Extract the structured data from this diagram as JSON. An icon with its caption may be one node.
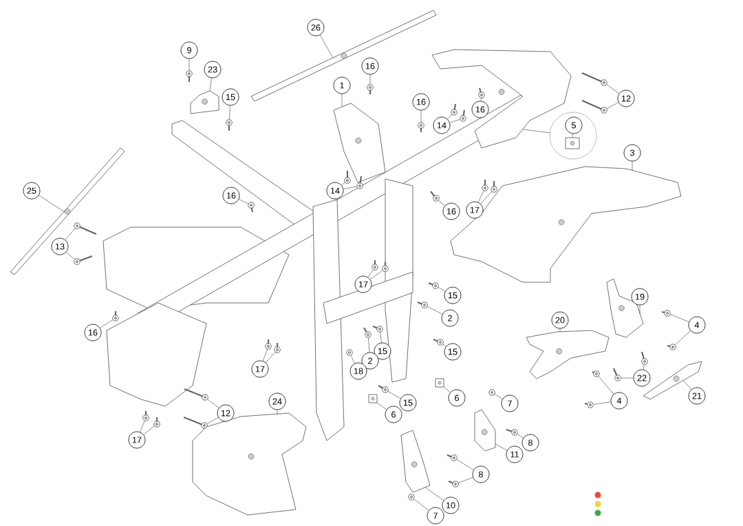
{
  "diagram": {
    "nodes": [
      {
        "text": [
          "26"
        ]
      },
      {
        "text": [
          "9"
        ]
      },
      {
        "text": [
          "16"
        ]
      },
      {
        "text": [
          "23"
        ]
      },
      {
        "text": [
          "1"
        ]
      },
      {
        "text": [
          "15"
        ]
      },
      {
        "text": [
          "12"
        ]
      },
      {
        "text": [
          "16"
        ]
      },
      {
        "text": [
          "16"
        ]
      },
      {
        "text": [
          "14"
        ]
      },
      {
        "text": [],
        "shape": "circle"
      },
      {
        "text": [
          "5"
        ],
        "in": 10
      },
      {
        "text": [
          "3"
        ]
      },
      {
        "text": [
          "25"
        ]
      },
      {
        "text": [
          "14"
        ]
      },
      {
        "text": [
          "16"
        ]
      },
      {
        "text": [
          "17"
        ]
      },
      {
        "text": [
          "16"
        ]
      },
      {
        "text": [
          "13"
        ]
      },
      {
        "text": [
          "17"
        ]
      },
      {
        "text": [
          "15"
        ]
      },
      {
        "text": [
          "19"
        ]
      },
      {
        "text": [
          "2"
        ]
      },
      {
        "text": [
          "20"
        ]
      },
      {
        "text": [
          "4"
        ]
      },
      {
        "text": [
          "16"
        ]
      },
      {
        "text": [
          "15"
        ]
      },
      {
        "text": [
          "15"
        ]
      },
      {
        "text": [
          "2"
        ]
      },
      {
        "text": [
          "17"
        ]
      },
      {
        "text": [
          "18"
        ]
      },
      {
        "text": [
          "22"
        ]
      },
      {
        "text": [
          "21"
        ]
      },
      {
        "text": [
          "6"
        ]
      },
      {
        "text": [
          "24"
        ]
      },
      {
        "text": [
          "15"
        ]
      },
      {
        "text": [
          "7"
        ]
      },
      {
        "text": [
          "4"
        ]
      },
      {
        "text": [
          "12"
        ]
      },
      {
        "text": [
          "6"
        ]
      },
      {
        "text": [
          "17"
        ]
      },
      {
        "text": [
          "8"
        ]
      },
      {
        "text": [
          "11"
        ]
      },
      {
        "text": [
          "8"
        ]
      },
      {
        "text": [
          "10"
        ]
      },
      {
        "text": [
          "7"
        ]
      },
      {
        "text": [],
        "shape": "picture"
      },
      {
        "text": [],
        "shape": "picture"
      },
      {
        "text": [],
        "shape": "picture"
      },
      {
        "text": [],
        "shape": "picture"
      },
      {
        "text": [],
        "shape": "picture"
      },
      {
        "text": [],
        "shape": "picture"
      },
      {
        "text": [],
        "shape": "picture"
      },
      {
        "text": [],
        "shape": "picture"
      },
      {
        "text": [],
        "shape": "picture"
      },
      {
        "text": [],
        "shape": "picture"
      },
      {
        "text": [],
        "shape": "picture"
      },
      {
        "text": [],
        "shape": "picture"
      },
      {
        "text": [],
        "shape": "picture"
      },
      {
        "text": [],
        "shape": "picture",
        "in": 10
      },
      {
        "text": [],
        "shape": "picture"
      },
      {
        "text": [],
        "shape": "picture"
      },
      {
        "text": [],
        "shape": "picture"
      },
      {
        "text": [],
        "shape": "picture"
      },
      {
        "text": [],
        "shape": "picture"
      },
      {
        "text": [],
        "shape": "picture"
      },
      {
        "text": [],
        "shape": "picture"
      },
      {
        "text": [],
        "shape": "picture"
      },
      {
        "text": [],
        "shape": "picture"
      },
      {
        "text": [],
        "shape": "picture"
      },
      {
        "text": [],
        "shape": "picture"
      },
      {
        "text": [],
        "shape": "picture"
      },
      {
        "text": [],
        "shape": "picture"
      },
      {
        "text": [],
        "shape": "picture"
      },
      {
        "text": [],
        "shape": "picture"
      },
      {
        "text": [],
        "shape": "picture"
      },
      {
        "text": [],
        "shape": "picture"
      },
      {
        "text": [],
        "shape": "picture"
      },
      {
        "text": [],
        "shape": "picture"
      },
      {
        "text": [],
        "shape": "picture"
      },
      {
        "text": [],
        "shape": "picture"
      },
      {
        "text": [],
        "shape": "picture"
      },
      {
        "text": [],
        "shape": "picture"
      },
      {
        "text": [],
        "shape": "picture"
      },
      {
        "text": [],
        "shape": "picture"
      },
      {
        "text": [],
        "shape": "picture"
      },
      {
        "text": [],
        "shape": "picture"
      },
      {
        "text": [],
        "shape": "picture"
      },
      {
        "text": [],
        "shape": "picture"
      },
      {
        "text": [],
        "shape": "picture"
      },
      {
        "text": [],
        "shape": "picture"
      },
      {
        "text": [],
        "shape": "picture"
      },
      {
        "text": [],
        "shape": "picture"
      },
      {
        "text": [],
        "shape": "picture"
      },
      {
        "text": [],
        "shape": "picture"
      },
      {
        "text": [],
        "shape": "picture"
      },
      {
        "text": [],
        "shape": "picture"
      },
      {
        "text": [],
        "shape": "picture"
      },
      {
        "text": [],
        "shape": "picture"
      },
      {
        "text": [],
        "shape": "picture"
      },
      {
        "text": [],
        "shape": "picture"
      },
      {
        "text": [],
        "shape": "picture"
      },
      {
        "text": [],
        "shape": "picture"
      },
      {
        "text": [],
        "shape": "picture"
      },
      {
        "text": [],
        "shape": "picture"
      }
    ],
    "edges": [
      {
        "from": 0,
        "to": 46,
        "arrow": "none"
      },
      {
        "from": 1,
        "to": 47,
        "arrow": "none"
      },
      {
        "from": 2,
        "to": 48,
        "arrow": "none"
      },
      {
        "from": 3,
        "to": 49,
        "arrow": "none"
      },
      {
        "from": 4,
        "to": 50,
        "arrow": "none"
      },
      {
        "from": 5,
        "to": 51,
        "arrow": "none"
      },
      {
        "from": 6,
        "to": 52,
        "arrow": "none"
      },
      {
        "from": 6,
        "to": 53,
        "arrow": "none"
      },
      {
        "from": 7,
        "to": 54,
        "arrow": "none"
      },
      {
        "from": 8,
        "to": 55,
        "arrow": "none"
      },
      {
        "from": 9,
        "to": 56,
        "arrow": "none"
      },
      {
        "from": 9,
        "to": 57,
        "arrow": "none"
      },
      {
        "from": 10,
        "to": 58,
        "arrow": "none"
      },
      {
        "from": 11,
        "to": 59,
        "arrow": "none"
      },
      {
        "from": 12,
        "to": 60,
        "arrow": "none"
      },
      {
        "from": 13,
        "to": 61,
        "arrow": "none"
      },
      {
        "from": 14,
        "to": 62,
        "arrow": "none"
      },
      {
        "from": 14,
        "to": 63,
        "arrow": "none"
      },
      {
        "from": 15,
        "to": 64,
        "arrow": "none"
      },
      {
        "from": 16,
        "to": 65,
        "arrow": "none"
      },
      {
        "from": 16,
        "to": 66,
        "arrow": "none"
      },
      {
        "from": 17,
        "to": 67,
        "arrow": "none"
      },
      {
        "from": 18,
        "to": 68,
        "arrow": "none"
      },
      {
        "from": 18,
        "to": 69,
        "arrow": "none"
      },
      {
        "from": 19,
        "to": 70,
        "arrow": "none"
      },
      {
        "from": 19,
        "to": 71,
        "arrow": "none"
      },
      {
        "from": 20,
        "to": 72,
        "arrow": "none"
      },
      {
        "from": 21,
        "to": 73,
        "arrow": "none"
      },
      {
        "from": 22,
        "to": 74,
        "arrow": "none"
      },
      {
        "from": 23,
        "to": 75,
        "arrow": "none"
      },
      {
        "from": 24,
        "to": 76,
        "arrow": "none"
      },
      {
        "from": 24,
        "to": 77,
        "arrow": "none"
      },
      {
        "from": 25,
        "to": 78,
        "arrow": "none"
      },
      {
        "from": 26,
        "to": 79,
        "arrow": "none"
      },
      {
        "from": 27,
        "to": 80,
        "arrow": "none"
      },
      {
        "from": 28,
        "to": 81,
        "arrow": "none"
      },
      {
        "from": 29,
        "to": 82,
        "arrow": "none"
      },
      {
        "from": 29,
        "to": 83,
        "arrow": "none"
      },
      {
        "from": 30,
        "to": 84,
        "arrow": "none"
      },
      {
        "from": 31,
        "to": 85,
        "arrow": "none"
      },
      {
        "from": 31,
        "to": 86,
        "arrow": "none"
      },
      {
        "from": 32,
        "to": 87,
        "arrow": "none"
      },
      {
        "from": 33,
        "to": 88,
        "arrow": "none"
      },
      {
        "from": 34,
        "to": 89,
        "arrow": "none"
      },
      {
        "from": 35,
        "to": 90,
        "arrow": "none"
      },
      {
        "from": 36,
        "to": 91,
        "arrow": "none"
      },
      {
        "from": 37,
        "to": 92,
        "arrow": "none"
      },
      {
        "from": 37,
        "to": 93,
        "arrow": "none"
      },
      {
        "from": 38,
        "to": 94,
        "arrow": "none"
      },
      {
        "from": 38,
        "to": 95,
        "arrow": "none"
      },
      {
        "from": 39,
        "to": 96,
        "arrow": "none"
      },
      {
        "from": 40,
        "to": 97,
        "arrow": "none"
      },
      {
        "from": 40,
        "to": 98,
        "arrow": "none"
      },
      {
        "from": 41,
        "to": 99,
        "arrow": "none"
      },
      {
        "from": 42,
        "to": 100,
        "arrow": "none"
      },
      {
        "from": 43,
        "to": 101,
        "arrow": "none"
      },
      {
        "from": 43,
        "to": 102,
        "arrow": "none"
      },
      {
        "from": 44,
        "to": 103,
        "arrow": "none"
      },
      {
        "from": 45,
        "to": 104,
        "arrow": "none"
      }
    ]
  }
}
